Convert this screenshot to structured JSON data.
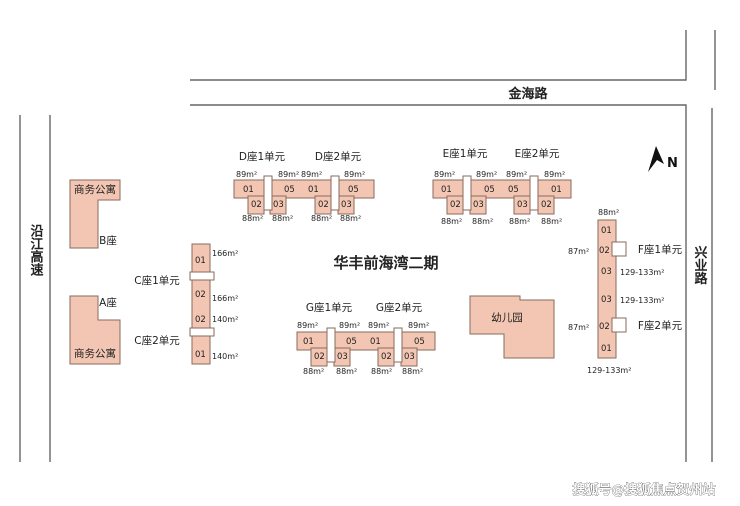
{
  "roads": {
    "top": "金海路",
    "left": "沿江高速",
    "right": "兴业路"
  },
  "compass": "N",
  "title": "华丰前海湾二期",
  "kindergarten": "幼儿园",
  "commercial": {
    "label": "商务公寓",
    "block_b": "B座",
    "block_a": "A座"
  },
  "unit_labels": {
    "d1": "D座1单元",
    "d2": "D座2单元",
    "e1": "E座1单元",
    "e2": "E座2单元",
    "c1": "C座1单元",
    "c2": "C座2单元",
    "g1": "G座1单元",
    "g2": "G座2单元",
    "f1": "F座1单元",
    "f2": "F座2单元"
  },
  "flat_numbers": {
    "n01": "01",
    "n02": "02",
    "n03": "03",
    "n05": "05"
  },
  "areas": {
    "a89": "89m²",
    "a88": "88m²",
    "a166": "166m²",
    "a140": "140m²",
    "a87": "87m²",
    "a129": "129-133m²"
  },
  "watermark": "搜狐号@搜狐焦点贺州站"
}
